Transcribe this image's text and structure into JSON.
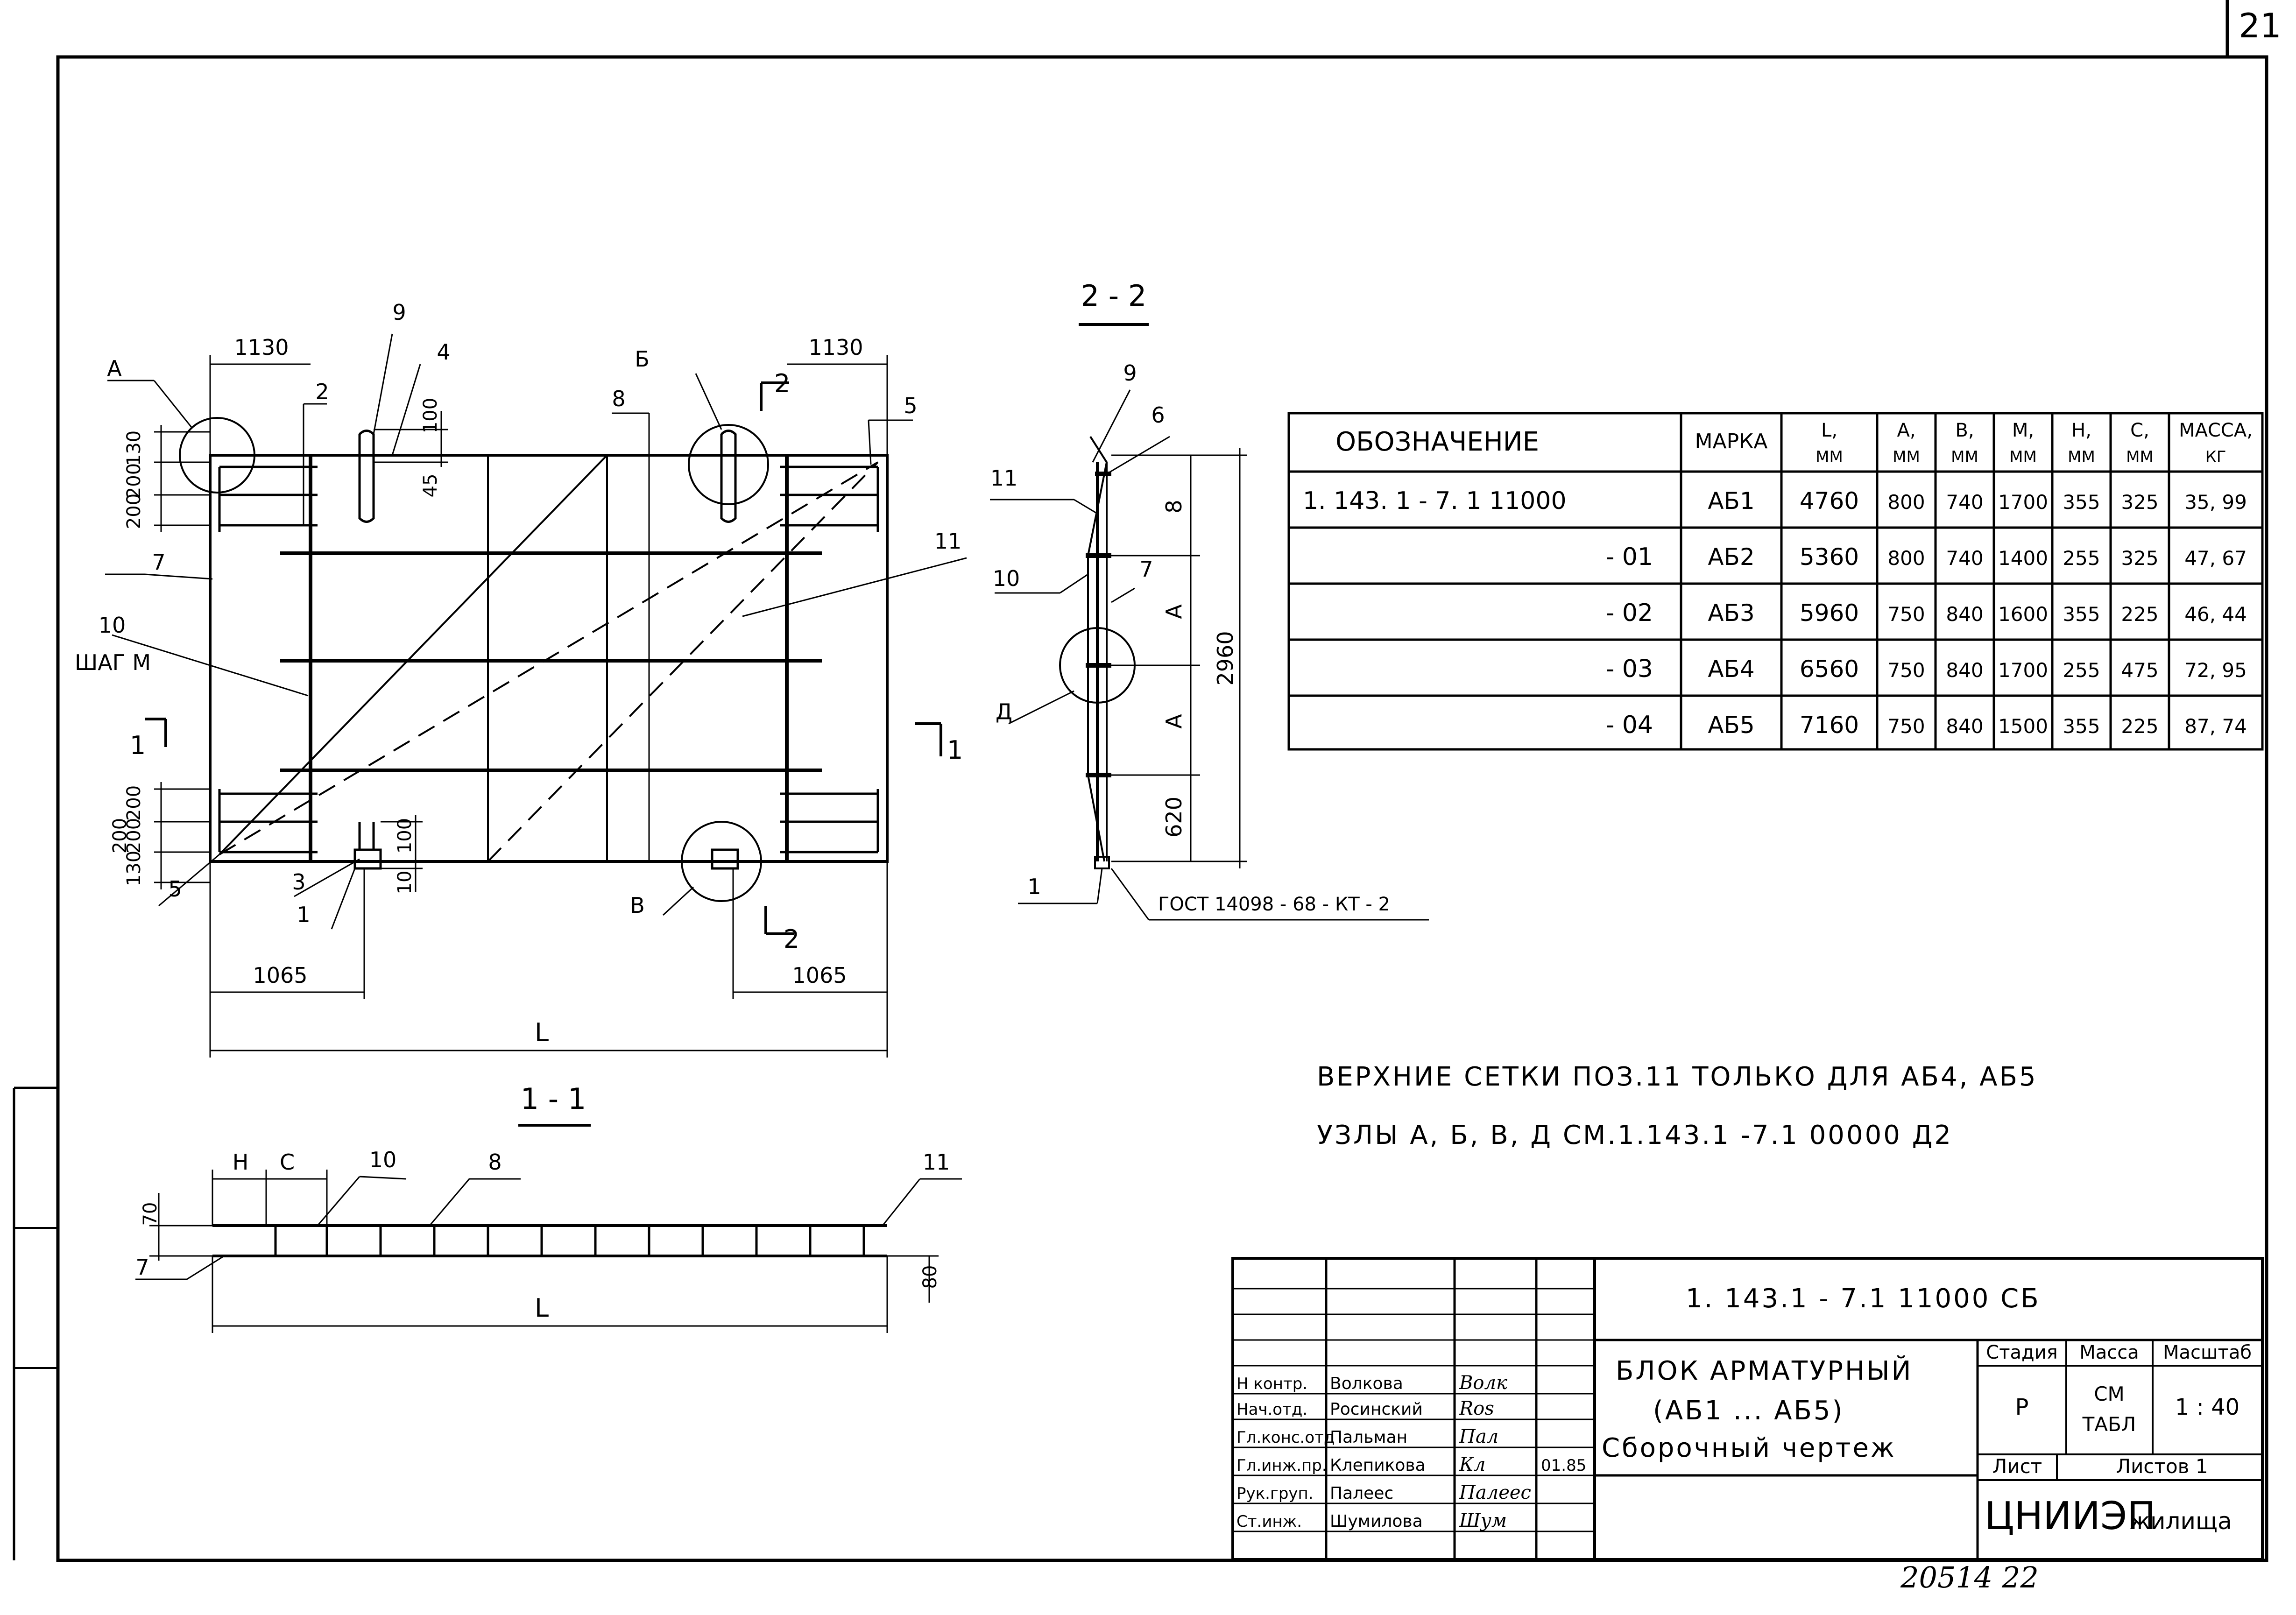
{
  "sheet_number": "21",
  "footer_code": "20514   22",
  "notes": [
    "ВЕРХНИЕ СЕТКИ ПОЗ.11 ТОЛЬКО ДЛЯ АБ4, АБ5",
    "УЗЛЫ  А, Б, В, Д  СМ.1.143.1 -7.1 00000 Д2"
  ],
  "plan": {
    "dims": {
      "left_top": "1130",
      "right_top": "1130",
      "left_bottom": "1065",
      "right_bottom": "1065",
      "overall": "L",
      "v_top": [
        "130",
        "200",
        "200"
      ],
      "v_bottom": [
        "200",
        "200",
        "200",
        "130"
      ],
      "loop_100_top": "100",
      "loop_45": "45",
      "loop_100_bottom": "100",
      "loop_10": "10"
    },
    "labels": {
      "node_a": "А",
      "node_b": "Б",
      "node_v": "В",
      "step": "ШАГ М",
      "pos": [
        "9",
        "4",
        "2",
        "7",
        "10",
        "8",
        "5",
        "11",
        "3",
        "1",
        "5"
      ]
    },
    "cuts": {
      "left": "1",
      "right": "1",
      "top": "2",
      "bottom": "2"
    }
  },
  "section_22": {
    "title": "2 - 2",
    "dims": [
      "8",
      "A",
      "A",
      "620"
    ],
    "total": "2960",
    "labels": {
      "node_d": "Д",
      "gost": "ГОСТ 14098 - 68 - КТ - 2",
      "pos": [
        "9",
        "6",
        "11",
        "10",
        "7",
        "1"
      ]
    }
  },
  "section_11": {
    "title": "1 - 1",
    "dims": {
      "h": "Н",
      "c": "С",
      "v70": "70",
      "v80": "80",
      "length": "L"
    },
    "labels": [
      "10",
      "8",
      "11",
      "7"
    ]
  },
  "spec_table": {
    "headers": [
      "Обозначение",
      "МАРКА",
      "L,\nмм",
      "А,\nмм",
      "В,\nмм",
      "М,\nмм",
      "Н,\nмм",
      "С,\nмм",
      "МАССА,\nкг"
    ],
    "rows": [
      [
        "1. 143. 1 - 7. 1  11000",
        "АБ1",
        "4760",
        "800",
        "740",
        "1700",
        "355",
        "325",
        "35, 99"
      ],
      [
        "- 01",
        "АБ2",
        "5360",
        "800",
        "740",
        "1400",
        "255",
        "325",
        "47, 67"
      ],
      [
        "- 02",
        "АБ3",
        "5960",
        "750",
        "840",
        "1600",
        "355",
        "225",
        "46, 44"
      ],
      [
        "- 03",
        "АБ4",
        "6560",
        "750",
        "840",
        "1700",
        "255",
        "475",
        "72, 95"
      ],
      [
        "- 04",
        "АБ5",
        "7160",
        "750",
        "840",
        "1500",
        "355",
        "225",
        "87, 74"
      ]
    ]
  },
  "title_block": {
    "code": "1. 143.1  - 7.1  11000  СБ",
    "title_lines": [
      "БЛОК  АРМАТУРНЫЙ",
      "(АБ1 ... АБ5)",
      "Сборочный  чертеж"
    ],
    "stage_header": "Стадия",
    "mass_header": "Масса",
    "scale_header": "Масштаб",
    "stage": "Р",
    "mass": "СМ\nТАБЛ",
    "scale": "1 : 40",
    "sheet_label": "Лист",
    "sheets_label": "Листов 1",
    "org": "ЦНИИЭП",
    "org_suffix": "жилища",
    "people": [
      {
        "role": "Н контр.",
        "name": "Волкова",
        "sign": "Волк",
        "date": ""
      },
      {
        "role": "Нач.отд.",
        "name": "Росинский",
        "sign": "Ros",
        "date": ""
      },
      {
        "role": "Гл.конс.отд",
        "name": "Пальман",
        "sign": "Пал",
        "date": ""
      },
      {
        "role": "Гл.инж.пр.",
        "name": "Клепикова",
        "sign": "Кл",
        "date": "01.85"
      },
      {
        "role": "Рук.груп.",
        "name": "Палеес",
        "sign": "Палеес",
        "date": ""
      },
      {
        "role": "Ст.инж.",
        "name": "Шумилова",
        "sign": "Шум",
        "date": ""
      }
    ]
  }
}
